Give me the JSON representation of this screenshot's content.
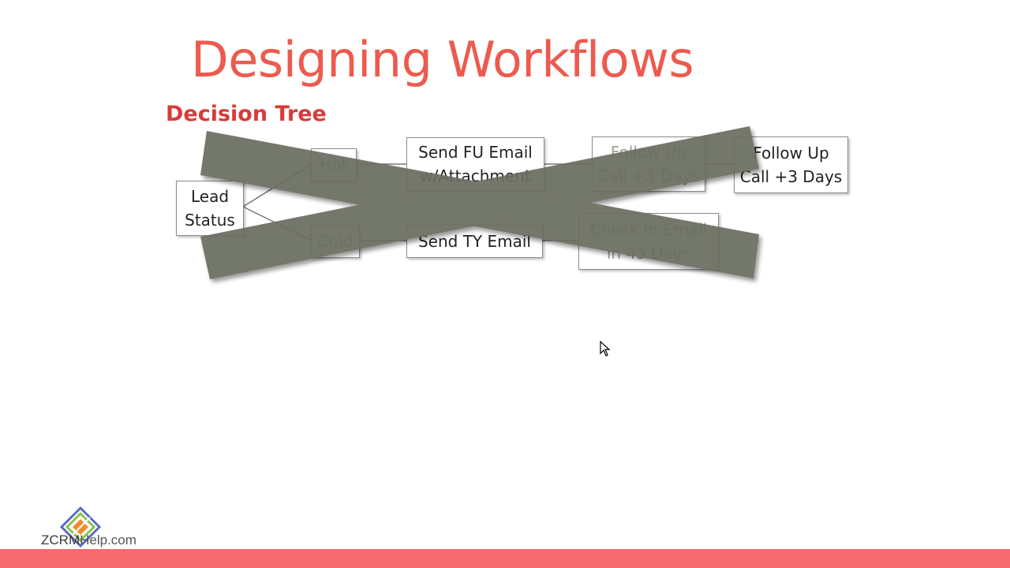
{
  "slide": {
    "title": "Designing Workflows",
    "subtitle": "Decision Tree",
    "colors": {
      "title": "#ec5b4e",
      "subtitle": "#d93a3a",
      "cross": "#6b6e5e",
      "footer_bar": "#f56b6f"
    }
  },
  "diagram": {
    "nodes": {
      "lead_status": "Lead\nStatus",
      "hot": "Hot",
      "cold": "Cold",
      "send_fu_email": "Send  FU Email\nw/Attachment",
      "send_ty_email": "Send TY Email",
      "follow_up_call_1": "Follow Up\nCall +3 Days",
      "check_in_email": "Check In Email\nin 45 Days",
      "follow_up_call_2": "Follow Up\nCall +3 Days"
    },
    "crossed_out": true
  },
  "branding": {
    "logo_icon": "diamond-logo-icon",
    "logo_prefix": "ZCRM",
    "logo_suffix": "Help.com"
  },
  "cursor_icon": "mouse-pointer-icon"
}
